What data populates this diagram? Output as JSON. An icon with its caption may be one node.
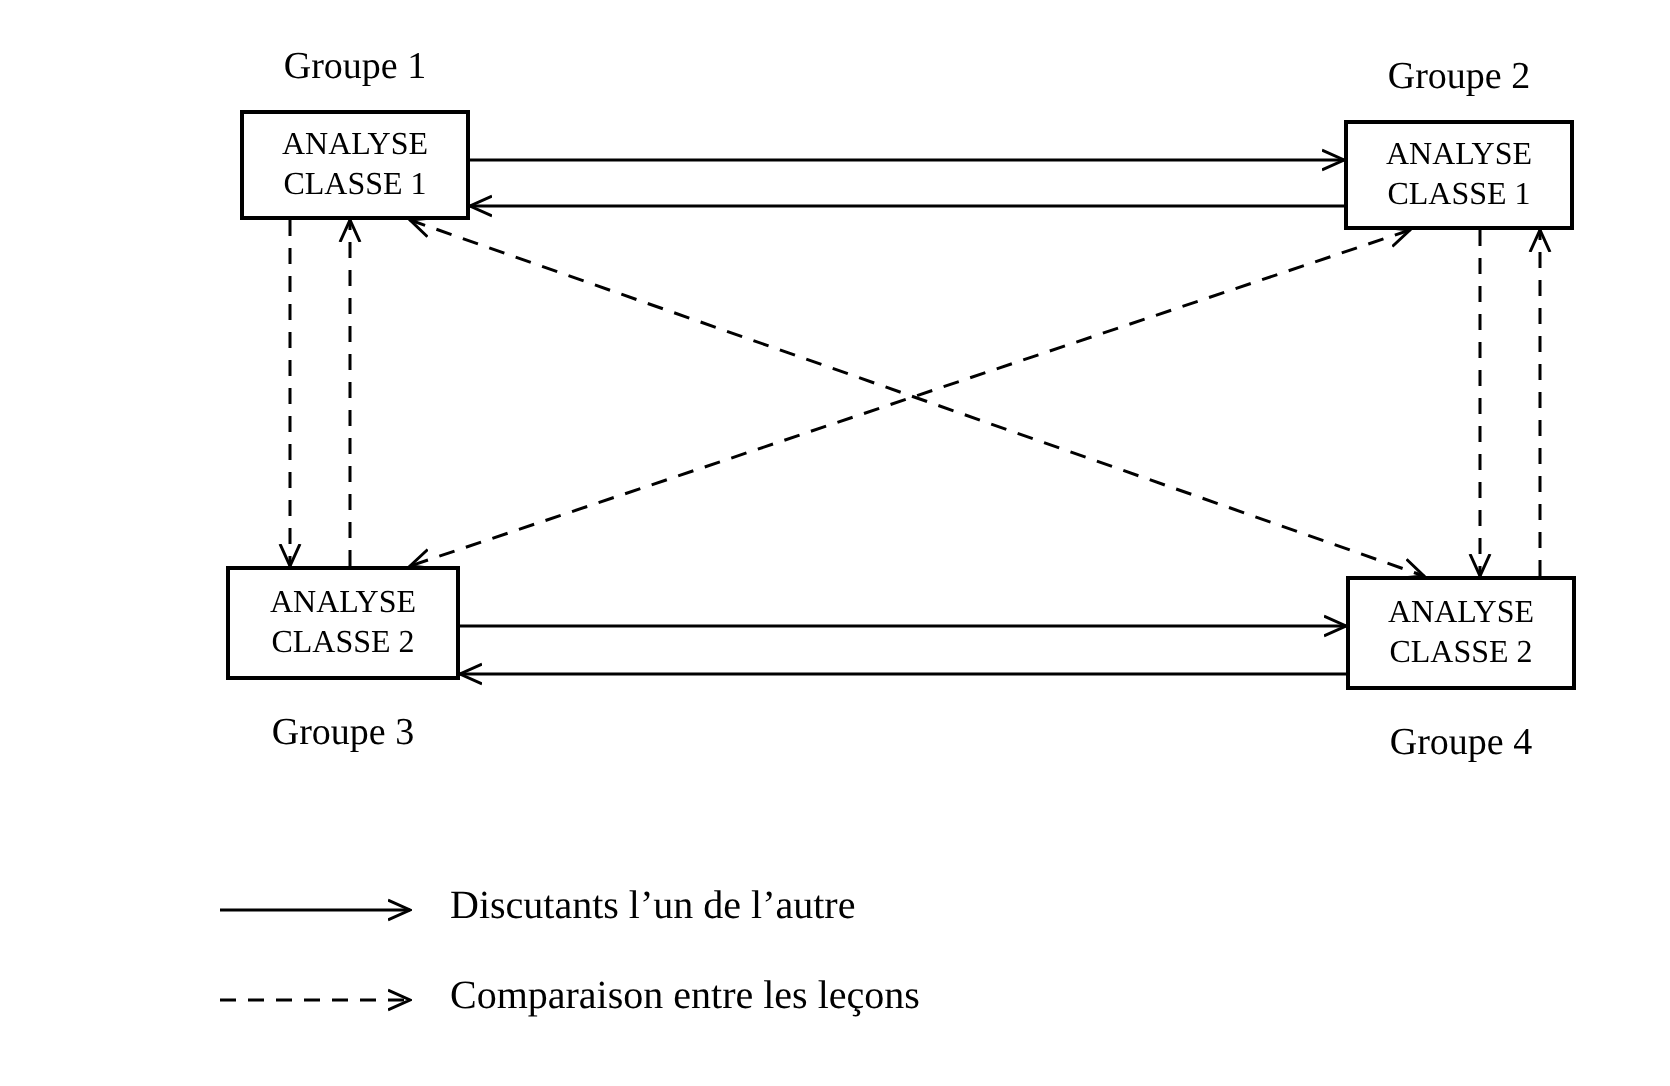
{
  "diagram": {
    "nodes": [
      {
        "text": [
          "ANALYSE CLASSE 1"
        ],
        "beside": [
          "Groupe 1"
        ]
      },
      {
        "text": [
          "ANALYSE CLASSE 1"
        ],
        "beside": [
          "Groupe 2"
        ]
      },
      {
        "text": [
          "ANALYSE CLASSE 2"
        ],
        "beside": [
          "Groupe 3"
        ]
      },
      {
        "text": [
          "ANALYSE CLASSE 2"
        ],
        "beside": [
          "Groupe 4"
        ]
      }
    ],
    "edges": [
      {
        "from": 0,
        "to": 1,
        "arrow": "to"
      },
      {
        "from": 1,
        "to": 0,
        "arrow": "to"
      },
      {
        "from": 0,
        "to": 2,
        "arrow": "to",
        "style": "dashed"
      },
      {
        "from": 2,
        "to": 0,
        "arrow": "to",
        "style": "dashed"
      },
      {
        "from": 1,
        "to": 3,
        "arrow": "to",
        "style": "dashed"
      },
      {
        "from": 3,
        "to": 1,
        "arrow": "to",
        "style": "dashed"
      },
      {
        "from": 0,
        "to": 3,
        "arrow": "both",
        "style": "dashed"
      },
      {
        "from": 1,
        "to": 2,
        "arrow": "both",
        "style": "dashed"
      },
      {
        "from": 2,
        "to": 3,
        "arrow": "to"
      },
      {
        "from": 3,
        "to": 2,
        "arrow": "to"
      }
    ],
    "legend": [
      {
        "text": "Discutants l’un de l’autre"
      },
      {
        "text": "Comparaison entre les leçons"
      }
    ]
  }
}
